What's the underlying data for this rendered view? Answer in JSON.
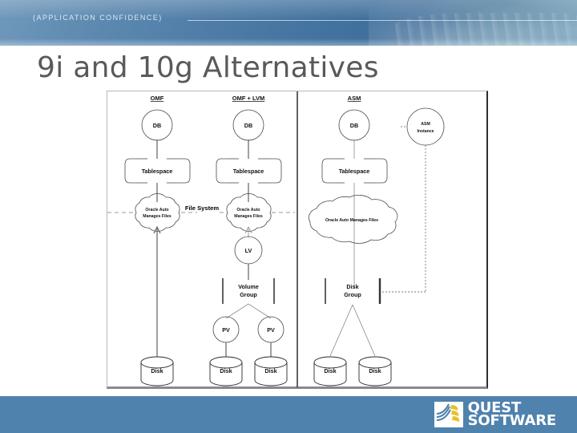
{
  "header": {
    "tagline": "(APPLICATION CONFIDENCE)"
  },
  "title": "9i and 10g Alternatives",
  "footer": {
    "brand_line1": "QUEST",
    "brand_line2": "SOFTWARE",
    "brand_color": "#4f82ad",
    "logo_accent": "#e8c02a"
  },
  "diagram": {
    "columns": [
      {
        "id": "omf",
        "header": "OMF"
      },
      {
        "id": "omf_lvm",
        "header": "OMF + LVM"
      },
      {
        "id": "asm",
        "header": "ASM"
      }
    ],
    "boundary_label": "File System",
    "nodes": {
      "db": "DB",
      "tablespace": "Tablespace",
      "cloud_line1": "Oracle Auto",
      "cloud_line2": "Manages Files",
      "cloud_wide": "Oracle Auto  Manages Files",
      "lv": "LV",
      "volume_group_line1": "Volume",
      "volume_group_line2": "Group",
      "pv": "PV",
      "disk": "Disk",
      "asm_instance_line1": "ASM",
      "asm_instance_line2": "Instance",
      "disk_group_line1": "Disk",
      "disk_group_line2": "Group"
    }
  }
}
